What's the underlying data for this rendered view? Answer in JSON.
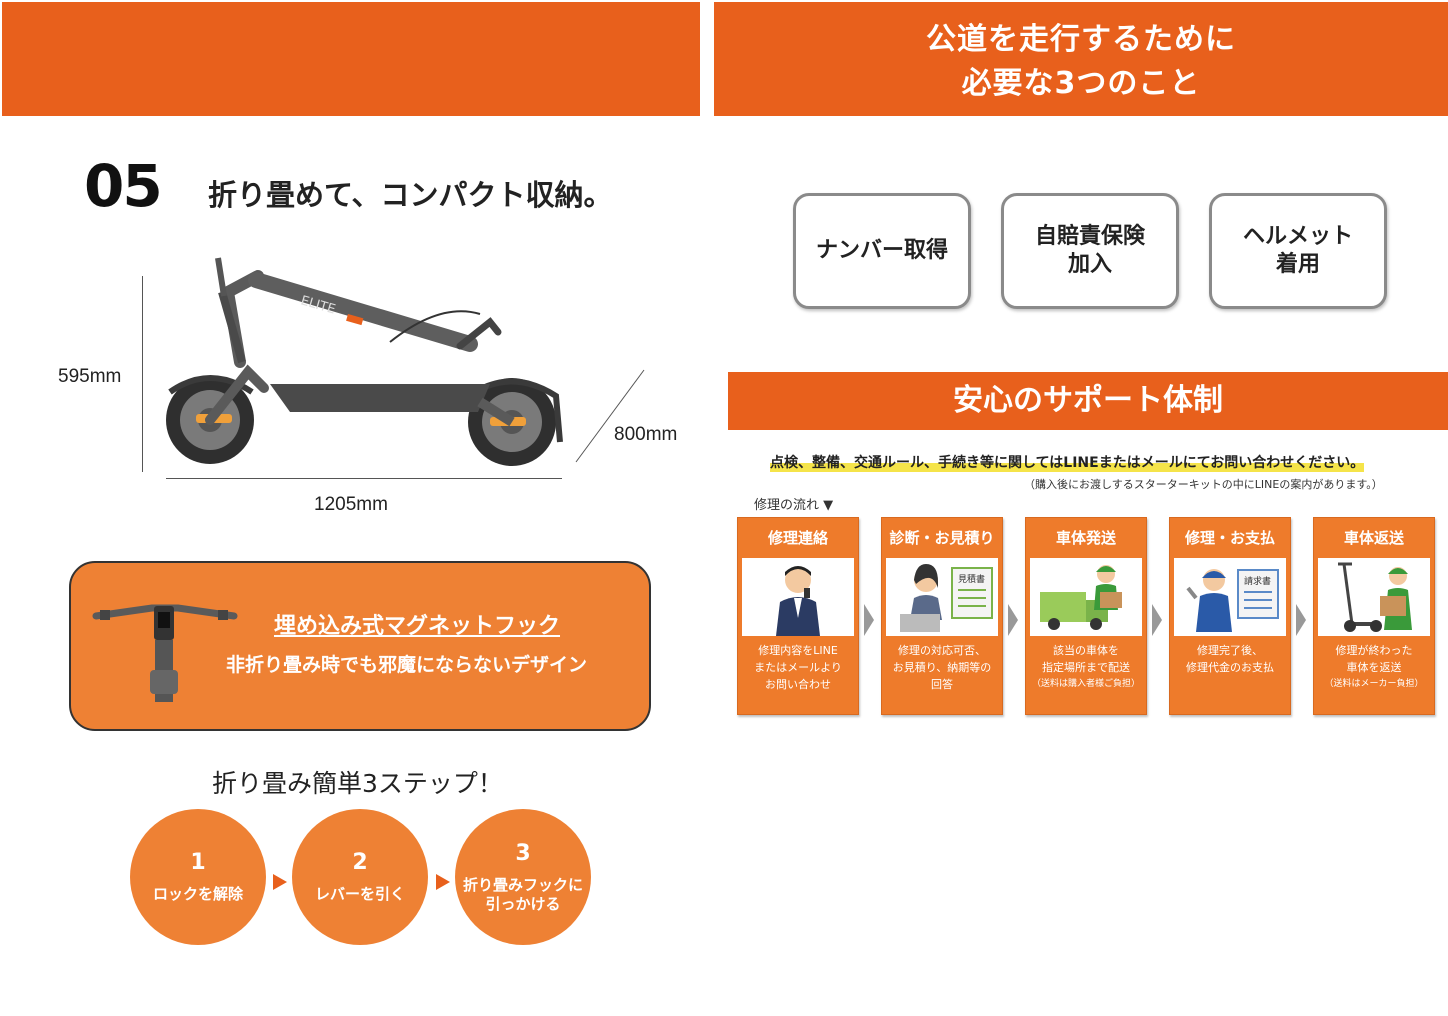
{
  "left": {
    "feature_number": "05",
    "feature_title": "折り畳めて、コンパクト収納。",
    "dimensions": {
      "height": "595mm",
      "depth": "800mm",
      "length": "1205mm"
    },
    "scooter_brand_text": "ELITE",
    "magnet": {
      "title": "埋め込み式マグネットフック",
      "subtitle": "非折り畳み時でも邪魔にならないデザイン"
    },
    "steps_title": "折り畳み簡単3ステップ！",
    "steps": [
      {
        "number": "1",
        "label": "ロックを解除"
      },
      {
        "number": "2",
        "label": "レバーを引く"
      },
      {
        "number": "3",
        "label": "折り畳みフックに引っかける"
      }
    ]
  },
  "right": {
    "banner_title_line1": "公道を走行するために",
    "banner_title_line2": "必要な3つのこと",
    "requirements": [
      "ナンバー取得",
      "自賠責保険加入",
      "ヘルメット着用"
    ],
    "support_title": "安心のサポート体制",
    "support_highlight": "点検、整備、交通ルール、手続き等に関してはLINEまたはメールにてお問い合わせください。",
    "support_note": "（購入後にお渡しするスターターキットの中にLINEの案内があります。）",
    "flow_label": "修理の流れ ▼",
    "flow": [
      {
        "title": "修理連絡",
        "desc1": "修理内容をLINE",
        "desc2": "またはメールより",
        "desc3": "お問い合わせ",
        "note": ""
      },
      {
        "title": "診断・お見積り",
        "desc1": "修理の対応可否、",
        "desc2": "お見積り、納期等の",
        "desc3": "回答",
        "note": "",
        "paper_text": "見積書"
      },
      {
        "title": "車体発送",
        "desc1": "該当の車体を",
        "desc2": "指定場所まで配送",
        "desc3": "",
        "note": "（送料は購入者様ご負担）"
      },
      {
        "title": "修理・お支払",
        "desc1": "修理完了後、",
        "desc2": "修理代金のお支払",
        "desc3": "",
        "note": "",
        "paper_text": "請求書"
      },
      {
        "title": "車体返送",
        "desc1": "修理が終わった",
        "desc2": "車体を返送",
        "desc3": "",
        "note": "（送料はメーカー負担）"
      }
    ]
  }
}
